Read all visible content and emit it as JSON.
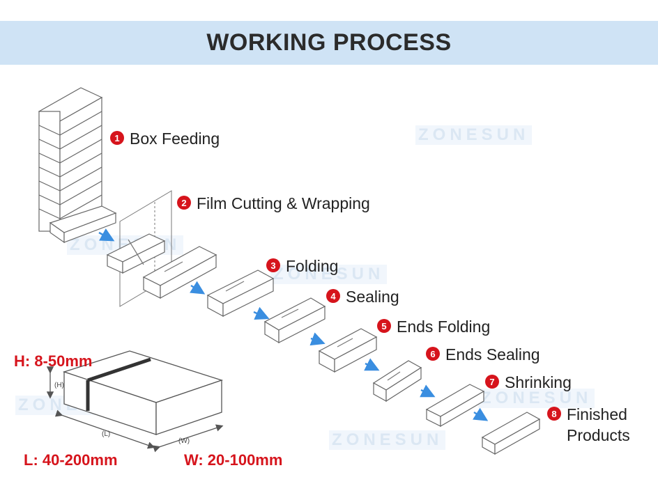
{
  "header": {
    "title": "WORKING PROCESS"
  },
  "steps": [
    {
      "number": "1",
      "label": "Box Feeding"
    },
    {
      "number": "2",
      "label": "Film Cutting & Wrapping"
    },
    {
      "number": "3",
      "label": "Folding"
    },
    {
      "number": "4",
      "label": "Sealing"
    },
    {
      "number": "5",
      "label": "Ends Folding"
    },
    {
      "number": "6",
      "label": "Ends Sealing"
    },
    {
      "number": "7",
      "label": "Shrinking"
    },
    {
      "number": "8",
      "label_line1": "Finished",
      "label_line2": "Products"
    }
  ],
  "dimensions": {
    "height": "H: 8-50mm",
    "length": "L: 40-200mm",
    "width": "W: 20-100mm",
    "box_marks": {
      "h": "(H)",
      "l": "(L)",
      "w": "(W)"
    }
  },
  "watermark": "ZONESUN",
  "colors": {
    "header_bg": "#cfe3f5",
    "badge": "#d6141c",
    "dimension_text": "#d6141c",
    "arrow": "#3a8ee0",
    "line": "#555555"
  }
}
